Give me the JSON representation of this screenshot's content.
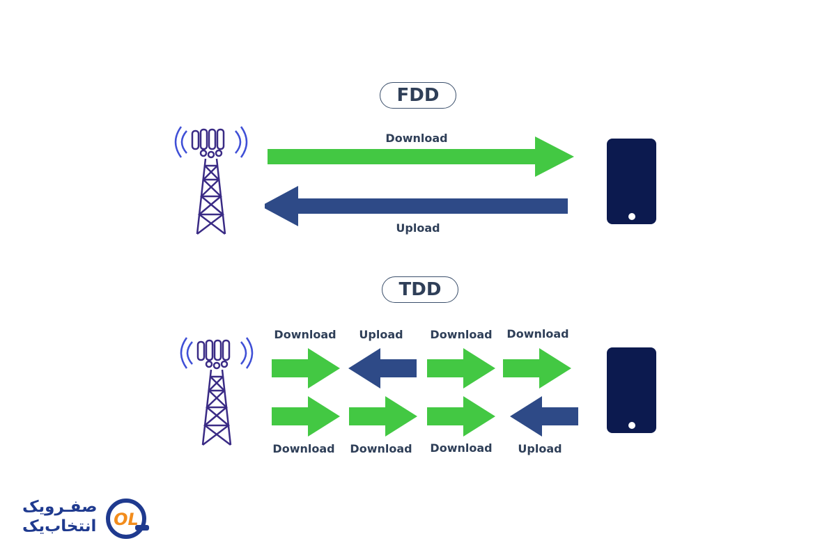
{
  "fdd": {
    "title": "FDD",
    "download_label": "Download",
    "upload_label": "Upload"
  },
  "tdd": {
    "title": "TDD",
    "top_row": [
      {
        "label": "Download",
        "direction": "download"
      },
      {
        "label": "Upload",
        "direction": "upload"
      },
      {
        "label": "Download",
        "direction": "download"
      },
      {
        "label": "Download",
        "direction": "download"
      }
    ],
    "bottom_row": [
      {
        "label": "Download",
        "direction": "download"
      },
      {
        "label": "Download",
        "direction": "download"
      },
      {
        "label": "Download",
        "direction": "download"
      },
      {
        "label": "Upload",
        "direction": "upload"
      }
    ]
  },
  "logo": {
    "line1": "صفـرویک",
    "line2": "انتخاب‌یک",
    "mark_text": "OL"
  },
  "colors": {
    "download": "#43c843",
    "upload": "#2e4a87",
    "phone": "#0c1a4f",
    "tower": "#3a2b85",
    "waves": "#3f4fd6",
    "text": "#2f3f58",
    "logo_blue": "#1f3a8f",
    "logo_orange": "#f28c1c"
  }
}
